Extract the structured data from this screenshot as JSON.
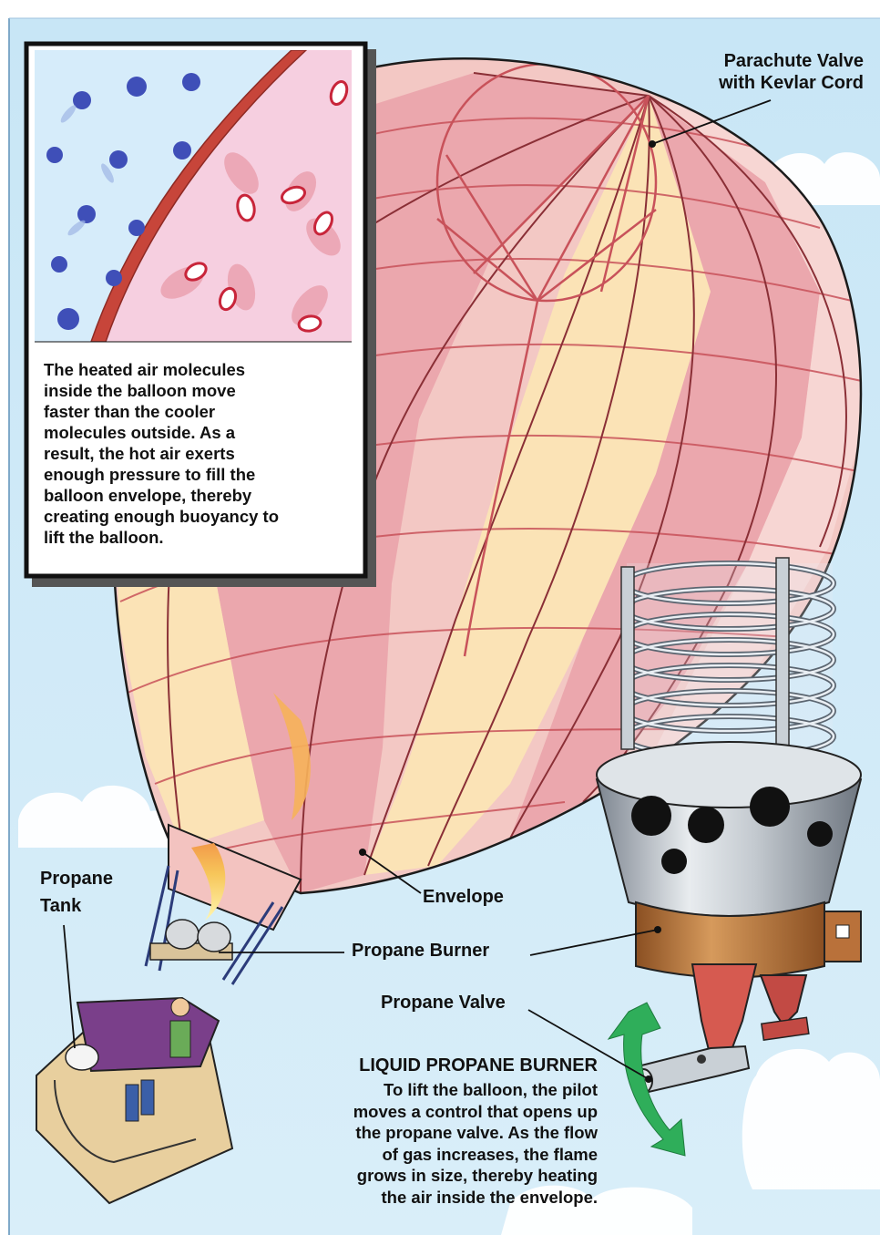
{
  "inset": {
    "caption": "The heated air molecules\ninside the balloon move\nfaster than the cooler\nmolecules outside. As a\nresult, the hot air exerts\nenough pressure to fill the\nballoon envelope, thereby\ncreating enough buoyancy to\nlift the balloon."
  },
  "labels": {
    "parachute_valve": "Parachute Valve",
    "kevlar_cord": "with Kevlar Cord",
    "propane": "Propane",
    "tank": "Tank",
    "envelope": "Envelope",
    "propane_burner": "Propane Burner",
    "propane_valve": "Propane Valve"
  },
  "burner": {
    "title": "LIQUID PROPANE BURNER",
    "body": "To lift the balloon, the pilot\nmoves a control that opens up\nthe propane valve. As the flow\nof gas increases, the flame\ngrows in size, thereby heating\nthe air inside the envelope."
  },
  "colors": {
    "sky": "#cfe9f7",
    "envelope_pink": "#eba7ad",
    "envelope_cream": "#fbe3b6",
    "seam": "#c8525a",
    "inset_cold": "#d6ecfa",
    "inset_hot": "#f6cfe0",
    "molecule_blue": "#3f4fb8",
    "arrow_green": "#2fae5a",
    "burner_copper": "#c07a3e"
  }
}
